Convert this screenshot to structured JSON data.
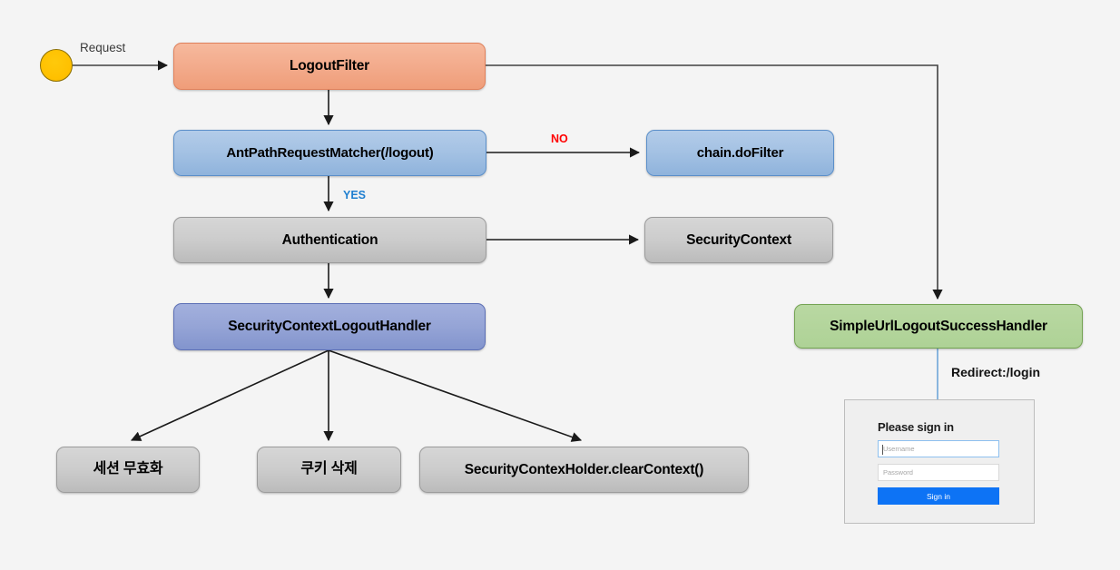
{
  "diagram": {
    "title": "Spring Security LogoutFilter flow",
    "background_color": "#f4f4f4",
    "nodes": {
      "start": {
        "label": "",
        "shape": "circle",
        "color": "#ffc000"
      },
      "logout_filter": {
        "label": "LogoutFilter",
        "color": "#f3ab8c"
      },
      "ant_path_request_matcher": {
        "label": "AntPathRequestMatcher(/logout)",
        "color": "#a3c1e3"
      },
      "chain_do_filter": {
        "label": "chain.doFilter",
        "color": "#a3c1e3"
      },
      "authentication": {
        "label": "Authentication",
        "color": "#cccccc"
      },
      "security_context": {
        "label": "SecurityContext",
        "color": "#cccccc"
      },
      "security_context_logout_handler": {
        "label": "SecurityContextLogoutHandler",
        "color": "#95a4d6"
      },
      "session_invalidate": {
        "label": "세션 무효화",
        "color": "#cccccc"
      },
      "cookie_delete": {
        "label": "쿠키 삭제",
        "color": "#cccccc"
      },
      "clear_context": {
        "label": "SecurityContexHolder.clearContext()",
        "color": "#cccccc"
      },
      "simple_url_logout_success_handler": {
        "label": "SimpleUrlLogoutSuccessHandler",
        "color": "#aed296"
      }
    },
    "edge_labels": {
      "request": "Request",
      "no": "NO",
      "yes": "YES",
      "redirect": "Redirect:/login"
    },
    "edge_label_colors": {
      "no": "#ff0000",
      "yes": "#1f7fd0",
      "redirect": "#111111",
      "request": "#3b3b3b"
    }
  },
  "login_form": {
    "heading": "Please sign in",
    "username_placeholder": "Username",
    "username_value": "",
    "password_placeholder": "Password",
    "password_value": "",
    "submit_label": "Sign in",
    "submit_color": "#0d73f5"
  }
}
